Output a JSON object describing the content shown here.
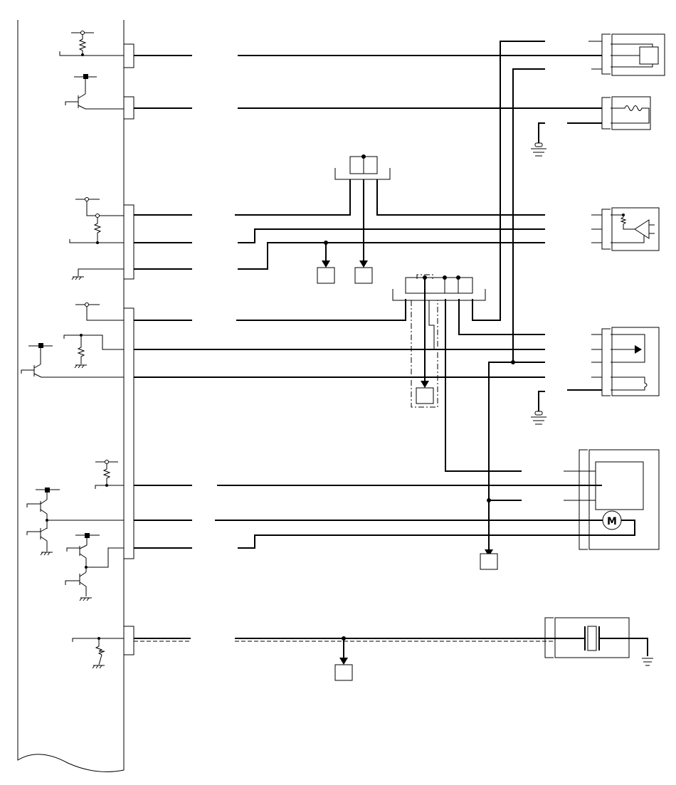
{
  "diagram": {
    "type": "wiring-schematic",
    "colors": {
      "line": "#000000",
      "background": "#ffffff"
    },
    "motor_label": "M",
    "components": [
      "ecu-module",
      "pressure-sensor",
      "solenoid-valve",
      "throttle-sensor",
      "position-sensor",
      "throttle-actuator-motor",
      "crystal-oscillator"
    ]
  }
}
